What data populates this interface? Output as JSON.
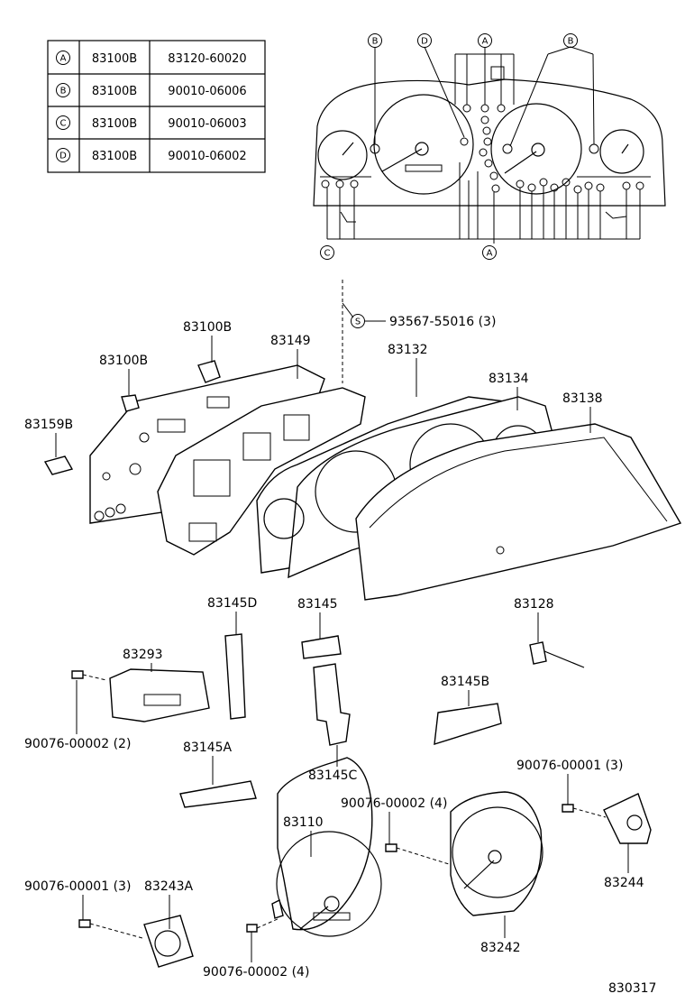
{
  "legend_table": {
    "rows": [
      {
        "key": "A",
        "part": "83100B",
        "number": "83120-60020"
      },
      {
        "key": "B",
        "part": "83100B",
        "number": "90010-06006"
      },
      {
        "key": "C",
        "part": "83100B",
        "number": "90010-06003"
      },
      {
        "key": "D",
        "part": "83100B",
        "number": "90010-06002"
      }
    ]
  },
  "top_markers": {
    "b_left": "B",
    "d": "D",
    "a_top": "A",
    "b_right": "B",
    "c_bottom": "C",
    "a_bottom": "A"
  },
  "screw_callout": {
    "symbol": "S",
    "label": "93567-55016 (3)"
  },
  "parts": {
    "p83100B_a": "83100B",
    "p83100B_b": "83100B",
    "p83149": "83149",
    "p83132": "83132",
    "p83134": "83134",
    "p83138": "83138",
    "p83159B": "83159B",
    "p83145D": "83145D",
    "p83145": "83145",
    "p83128": "83128",
    "p83293": "83293",
    "p83145B": "83145B",
    "p90076_00002_2": "90076-00002 (2)",
    "p83145A": "83145A",
    "p83145C": "83145C",
    "p90076_00001_3_right": "90076-00001 (3)",
    "p90076_00002_4_top": "90076-00002 (4)",
    "p83110": "83110",
    "p83244": "83244",
    "p90076_00001_3_left": "90076-00001 (3)",
    "p83243A": "83243A",
    "p90076_00002_4_bottom": "90076-00002 (4)",
    "p83242": "83242"
  },
  "diagram_code": "830317"
}
